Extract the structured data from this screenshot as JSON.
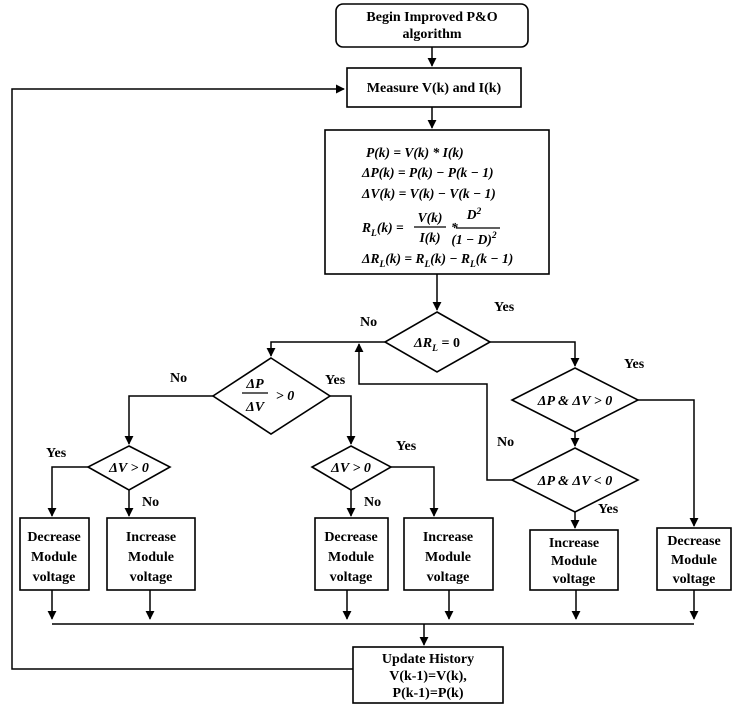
{
  "start": {
    "line1": "Begin Improved P&O",
    "line2": "algorithm"
  },
  "measure": {
    "label": "Measure V(k)  and I(k)"
  },
  "equations": {
    "eq1": "P(k) = V(k) * I(k)",
    "eq2": "ΔP(k) = P(k) − P(k − 1)",
    "eq3": "ΔV(k) = V(k) − V(k − 1)",
    "eq4_lhs": "R",
    "eq4_lhs_sub": "L",
    "eq4_lhs_arg": "(k) =",
    "eq4_num1": "V(k)",
    "eq4_den1": "I(k)",
    "eq4_times": "*",
    "eq4_num2": "D",
    "eq4_num2_exp": "2",
    "eq4_den2": "(1 − D)",
    "eq4_den2_exp": "2",
    "eq5": "ΔR",
    "eq5_sub": "L",
    "eq5_rest": "(k) = R",
    "eq5_sub2": "L",
    "eq5_rest2": "(k) − R",
    "eq5_sub3": "L",
    "eq5_rest3": "(k − 1)"
  },
  "decisions": {
    "drl": {
      "text": "ΔR",
      "sub": "L",
      "rest": " = 0"
    },
    "dpdv": {
      "num": "ΔP",
      "den": "ΔV",
      "rest": "> 0"
    },
    "dv_left": "ΔV > 0",
    "dv_mid": "ΔV > 0",
    "pv_gt": "ΔP & ΔV > 0",
    "pv_lt": "ΔP & ΔV < 0"
  },
  "branch_labels": {
    "drl_no": "No",
    "drl_yes": "Yes",
    "dpdv_no": "No",
    "dpdv_yes": "Yes",
    "dvl_yes": "Yes",
    "dvl_no": "No",
    "dvm_yes": "Yes",
    "dvm_no": "No",
    "pvgt_yes": "Yes",
    "pvgt_no": "No",
    "pvlt_yes": "Yes"
  },
  "actions": {
    "a1": [
      "Decrease",
      "Module",
      "voltage"
    ],
    "a2": [
      "Increase",
      "Module",
      "voltage"
    ],
    "a3": [
      "Decrease",
      "Module",
      "voltage"
    ],
    "a4": [
      "Increase",
      "Module",
      "voltage"
    ],
    "a5": [
      "Increase",
      "Module",
      "voltage"
    ],
    "a6": [
      "Decrease",
      "Module",
      "voltage"
    ]
  },
  "update": {
    "line1": "Update History",
    "line2": "V(k-1)=V(k),",
    "line3": "P(k-1)=P(k)"
  }
}
